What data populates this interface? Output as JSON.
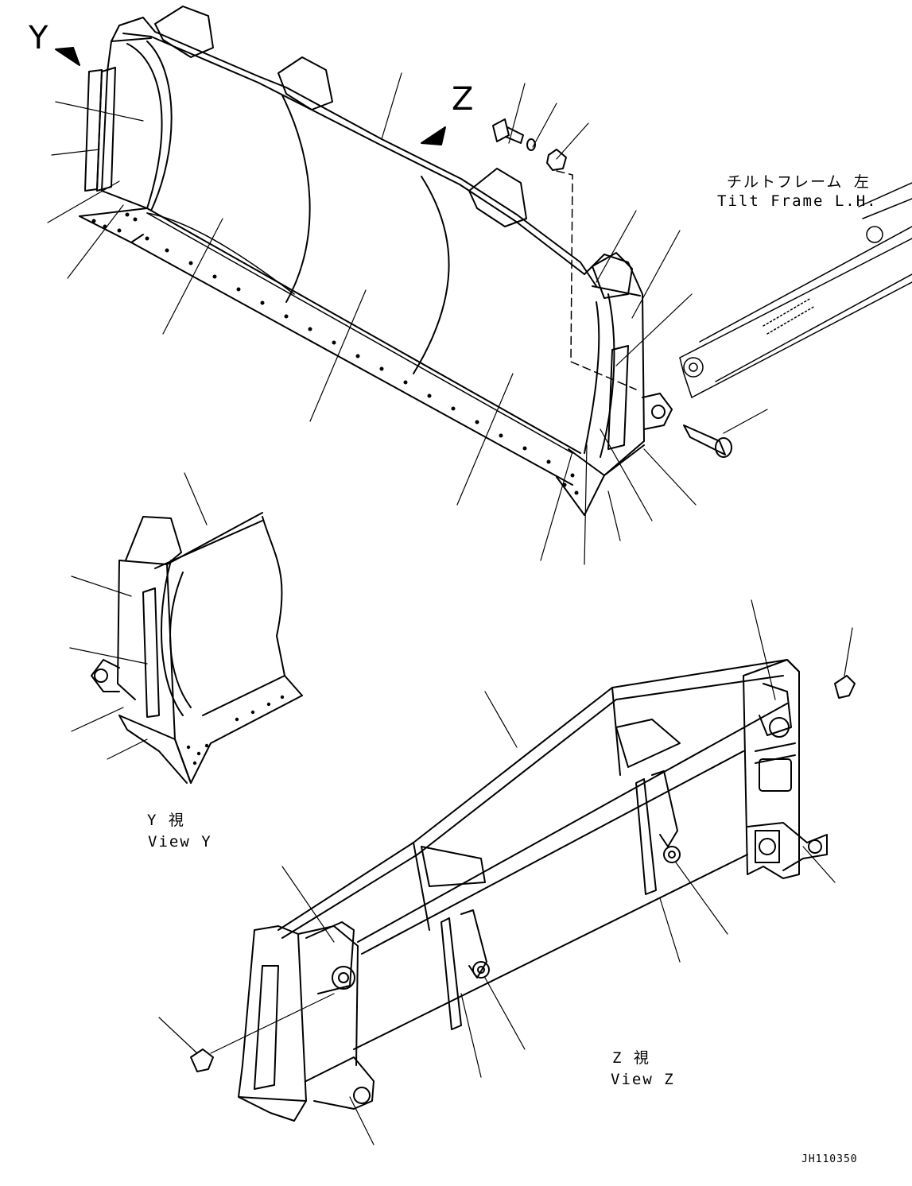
{
  "diagram": {
    "view_marker_y": "Y",
    "view_marker_z": "Z",
    "tilt_frame_jp": "チルトフレーム 左",
    "tilt_frame_en": "Tilt Frame L.H.",
    "view_y_jp": "Y 視",
    "view_y_en": "View Y",
    "view_z_jp": "Z 視",
    "view_z_en": "View Z",
    "drawing_code": "JH110350"
  },
  "colors": {
    "line": "#000000",
    "paper": "#ffffff",
    "hidden": "#000000"
  }
}
